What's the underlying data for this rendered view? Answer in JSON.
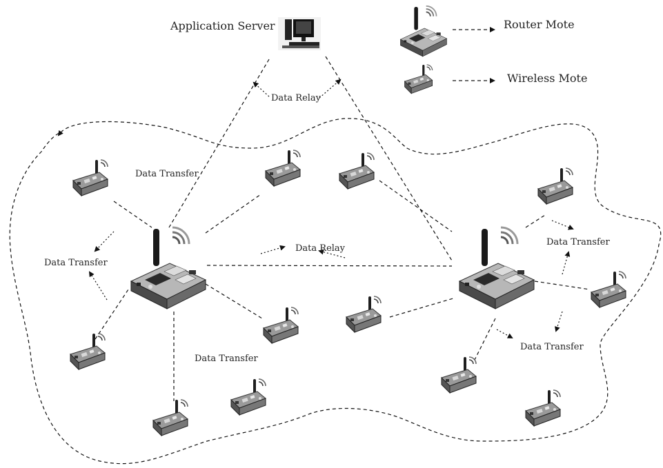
{
  "legend": {
    "router_mote_label": "Router Mote",
    "wireless_mote_label": "Wireless Mote"
  },
  "server": {
    "label": "Application Server"
  },
  "annotations": {
    "data_relay_top": "Data Relay",
    "data_relay_middle": "Data Relay",
    "data_transfer_top_left": "Data Transfer",
    "data_transfer_left": "Data Transfer",
    "data_transfer_bottom_center": "Data Transfer",
    "data_transfer_right_top": "Data Transfer",
    "data_transfer_right_bottom": "Data Transfer"
  }
}
